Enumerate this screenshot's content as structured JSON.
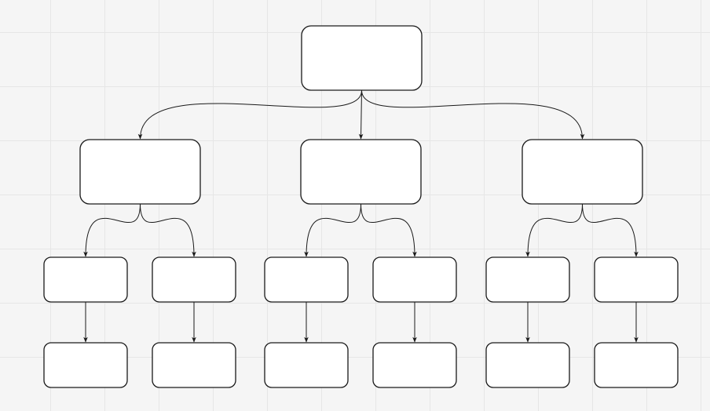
{
  "diagram": {
    "type": "tree",
    "background": "grid",
    "colors": {
      "canvas": "#f5f5f5",
      "grid": "#e6e6e6",
      "node_fill": "#ffffff",
      "stroke": "#1a1a1a"
    },
    "nodes": [
      {
        "id": "root",
        "label": ""
      },
      {
        "id": "left-branch",
        "label": ""
      },
      {
        "id": "middle-branch",
        "label": ""
      },
      {
        "id": "right-branch",
        "label": ""
      },
      {
        "id": "left-child-1",
        "label": ""
      },
      {
        "id": "left-child-2",
        "label": ""
      },
      {
        "id": "middle-child-1",
        "label": ""
      },
      {
        "id": "middle-child-2",
        "label": ""
      },
      {
        "id": "right-child-1",
        "label": ""
      },
      {
        "id": "right-child-2",
        "label": ""
      },
      {
        "id": "left-leaf-1",
        "label": ""
      },
      {
        "id": "left-leaf-2",
        "label": ""
      },
      {
        "id": "middle-leaf-1",
        "label": ""
      },
      {
        "id": "middle-leaf-2",
        "label": ""
      },
      {
        "id": "right-leaf-1",
        "label": ""
      },
      {
        "id": "right-leaf-2",
        "label": ""
      }
    ],
    "edges": [
      {
        "from": "root",
        "to": "left-branch"
      },
      {
        "from": "root",
        "to": "middle-branch"
      },
      {
        "from": "root",
        "to": "right-branch"
      },
      {
        "from": "left-branch",
        "to": "left-child-1"
      },
      {
        "from": "left-branch",
        "to": "left-child-2"
      },
      {
        "from": "middle-branch",
        "to": "middle-child-1"
      },
      {
        "from": "middle-branch",
        "to": "middle-child-2"
      },
      {
        "from": "right-branch",
        "to": "right-child-1"
      },
      {
        "from": "right-branch",
        "to": "right-child-2"
      },
      {
        "from": "left-child-1",
        "to": "left-leaf-1"
      },
      {
        "from": "left-child-2",
        "to": "left-leaf-2"
      },
      {
        "from": "middle-child-1",
        "to": "middle-leaf-1"
      },
      {
        "from": "middle-child-2",
        "to": "middle-leaf-2"
      },
      {
        "from": "right-child-1",
        "to": "right-leaf-1"
      },
      {
        "from": "right-child-2",
        "to": "right-leaf-2"
      }
    ]
  }
}
